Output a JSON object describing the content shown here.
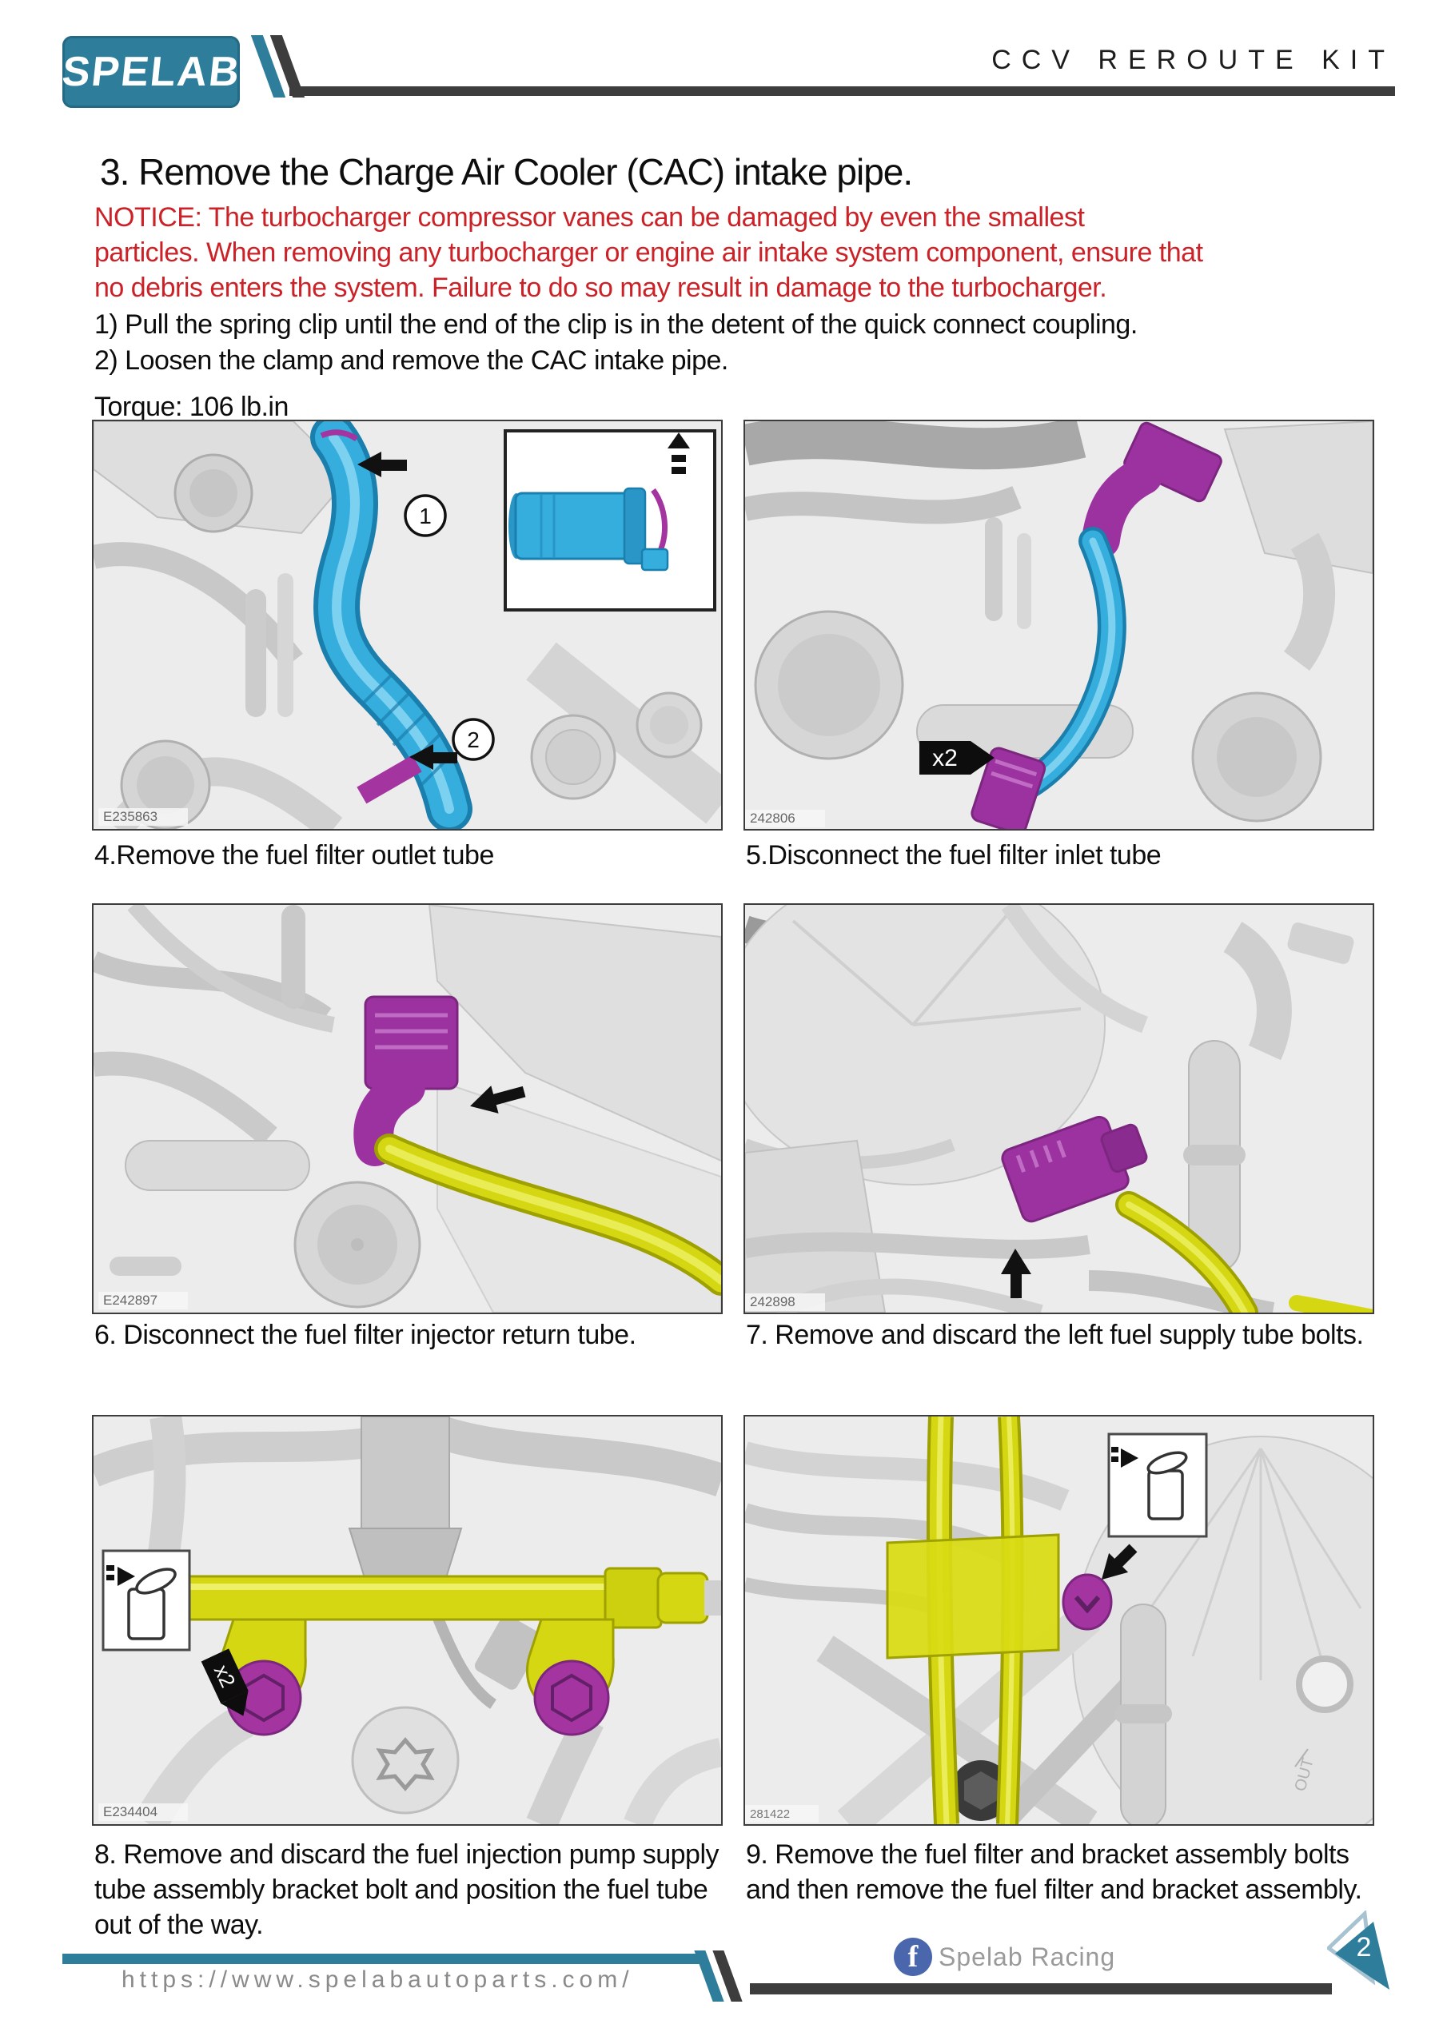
{
  "header": {
    "logo_text": "SPELAB",
    "kit_title": "CCV REROUTE KIT"
  },
  "section": {
    "title": "3. Remove the Charge Air Cooler (CAC) intake pipe.",
    "notice_lines": [
      "NOTICE: The turbocharger compressor vanes can be damaged by even the smallest",
      "particles. When removing any turbocharger or engine air intake system component, ensure that",
      "no debris enters the system. Failure to do so may result in damage to the turbocharger."
    ],
    "steps": [
      "1) Pull the spring clip until the end of the clip is in the detent of the quick connect coupling.",
      "2) Loosen the clamp and remove the CAC intake pipe."
    ],
    "torque": "Torque: 106 lb.in"
  },
  "figures": [
    {
      "code": "E235863",
      "caption": "4.Remove the fuel filter outlet tube",
      "callout1": "1",
      "callout2": "2"
    },
    {
      "code": "242806",
      "caption": "5.Disconnect the fuel filter inlet tube",
      "tag": "x2"
    },
    {
      "code": "E242897",
      "caption": "6. Disconnect the fuel filter injector return tube."
    },
    {
      "code": "242898",
      "caption": "7. Remove and discard the left fuel supply tube bolts."
    },
    {
      "code": "E234404",
      "caption": "8. Remove and discard the fuel injection pump supply tube assembly bracket bolt and position the fuel tube out of the way.",
      "tag": "x2"
    },
    {
      "code": "281422",
      "caption": "9. Remove the fuel filter and bracket assembly bolts and then remove the fuel filter and bracket assembly.",
      "out_label": "OUT"
    }
  ],
  "footer": {
    "url": "https://www.spelabautoparts.com/",
    "social": "Spelab Racing",
    "page_number": "2"
  },
  "colors": {
    "brand_teal": "#2e7e9b",
    "rule_dark": "#3d3d3d",
    "notice_red": "#cb2127",
    "pipe_blue": "#35aede",
    "highlight_purple": "#9b32a0",
    "tube_yellow": "#d5d712",
    "facebook_blue": "#4a66ac"
  }
}
